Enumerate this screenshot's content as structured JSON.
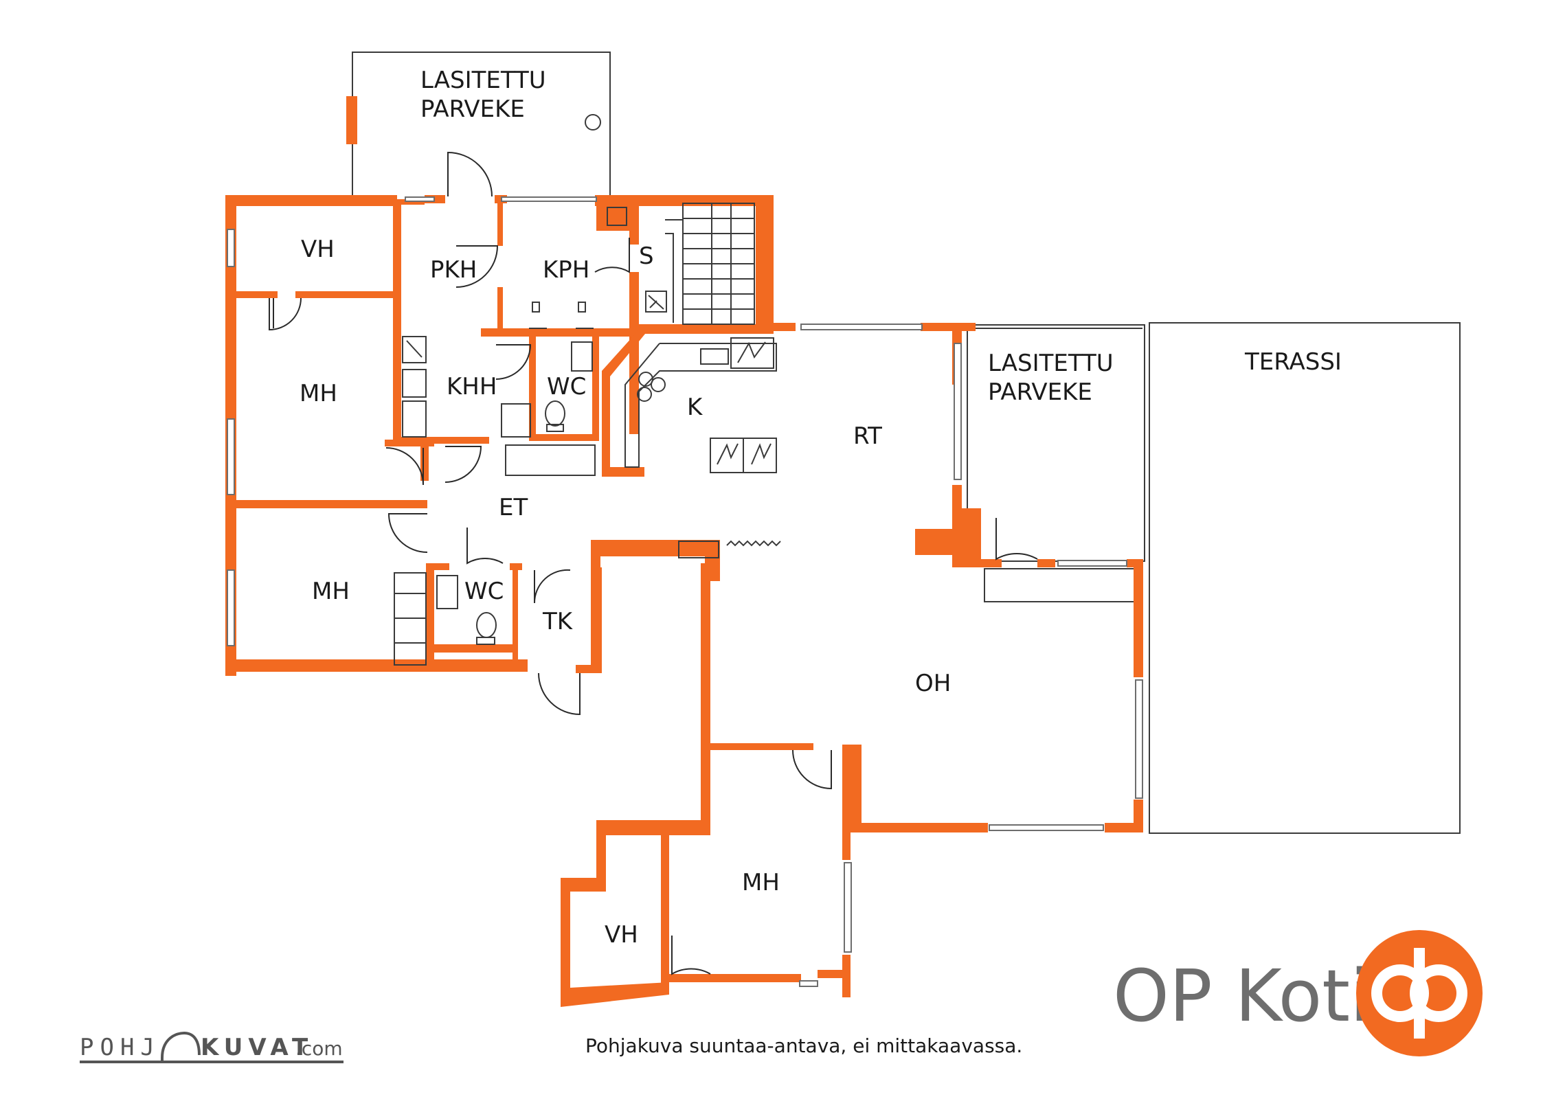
{
  "rooms": [
    {
      "id": "balcony-top",
      "lines": [
        "LASITETTU",
        "PARVEKE"
      ]
    },
    {
      "id": "vh-1",
      "lines": [
        "VH"
      ]
    },
    {
      "id": "pkh",
      "lines": [
        "PKH"
      ]
    },
    {
      "id": "kph",
      "lines": [
        "KPH"
      ]
    },
    {
      "id": "s",
      "lines": [
        "S"
      ]
    },
    {
      "id": "mh-1",
      "lines": [
        "MH"
      ]
    },
    {
      "id": "khh",
      "lines": [
        "KHH"
      ]
    },
    {
      "id": "wc-1",
      "lines": [
        "WC"
      ]
    },
    {
      "id": "k",
      "lines": [
        "K"
      ]
    },
    {
      "id": "rt",
      "lines": [
        "RT"
      ]
    },
    {
      "id": "balcony-right",
      "lines": [
        "LASITETTU",
        "PARVEKE"
      ]
    },
    {
      "id": "terassi",
      "lines": [
        "TERASSI"
      ]
    },
    {
      "id": "et",
      "lines": [
        "ET"
      ]
    },
    {
      "id": "mh-2",
      "lines": [
        "MH"
      ]
    },
    {
      "id": "wc-2",
      "lines": [
        "WC"
      ]
    },
    {
      "id": "tk",
      "lines": [
        "TK"
      ]
    },
    {
      "id": "oh",
      "lines": [
        "OH"
      ]
    },
    {
      "id": "mh-3",
      "lines": [
        "MH"
      ]
    },
    {
      "id": "vh-2",
      "lines": [
        "VH"
      ]
    }
  ],
  "caption": "Pohjakuva suuntaa-antava, ei mittakaavassa.",
  "brand": {
    "name": "OP Koti",
    "color": "#f26a21",
    "text_color": "#6e6e6e"
  },
  "credit": {
    "part1": "POHJ",
    "part2": "KUVAT",
    "suffix": ".com"
  },
  "wall_color": "#f26a21"
}
